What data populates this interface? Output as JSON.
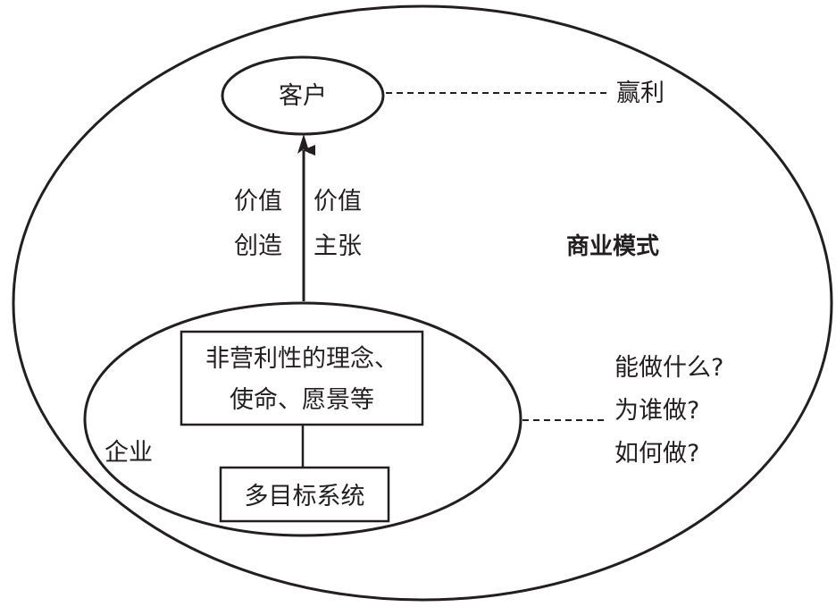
{
  "diagram": {
    "outer_label": "商业模式",
    "customer": "客户",
    "profit": "赢利",
    "arrow_left": [
      "价值",
      "创造"
    ],
    "arrow_right": [
      "价值",
      "主张"
    ],
    "enterprise": "企业",
    "philosophy_box": [
      "非营利性的理念、",
      "使命、愿景等"
    ],
    "multi_goal_box": "多目标系统",
    "questions": [
      "能做什么?",
      "为谁做?",
      "如何做?"
    ],
    "colors": {
      "stroke": "#231f20",
      "background": "#ffffff"
    }
  }
}
